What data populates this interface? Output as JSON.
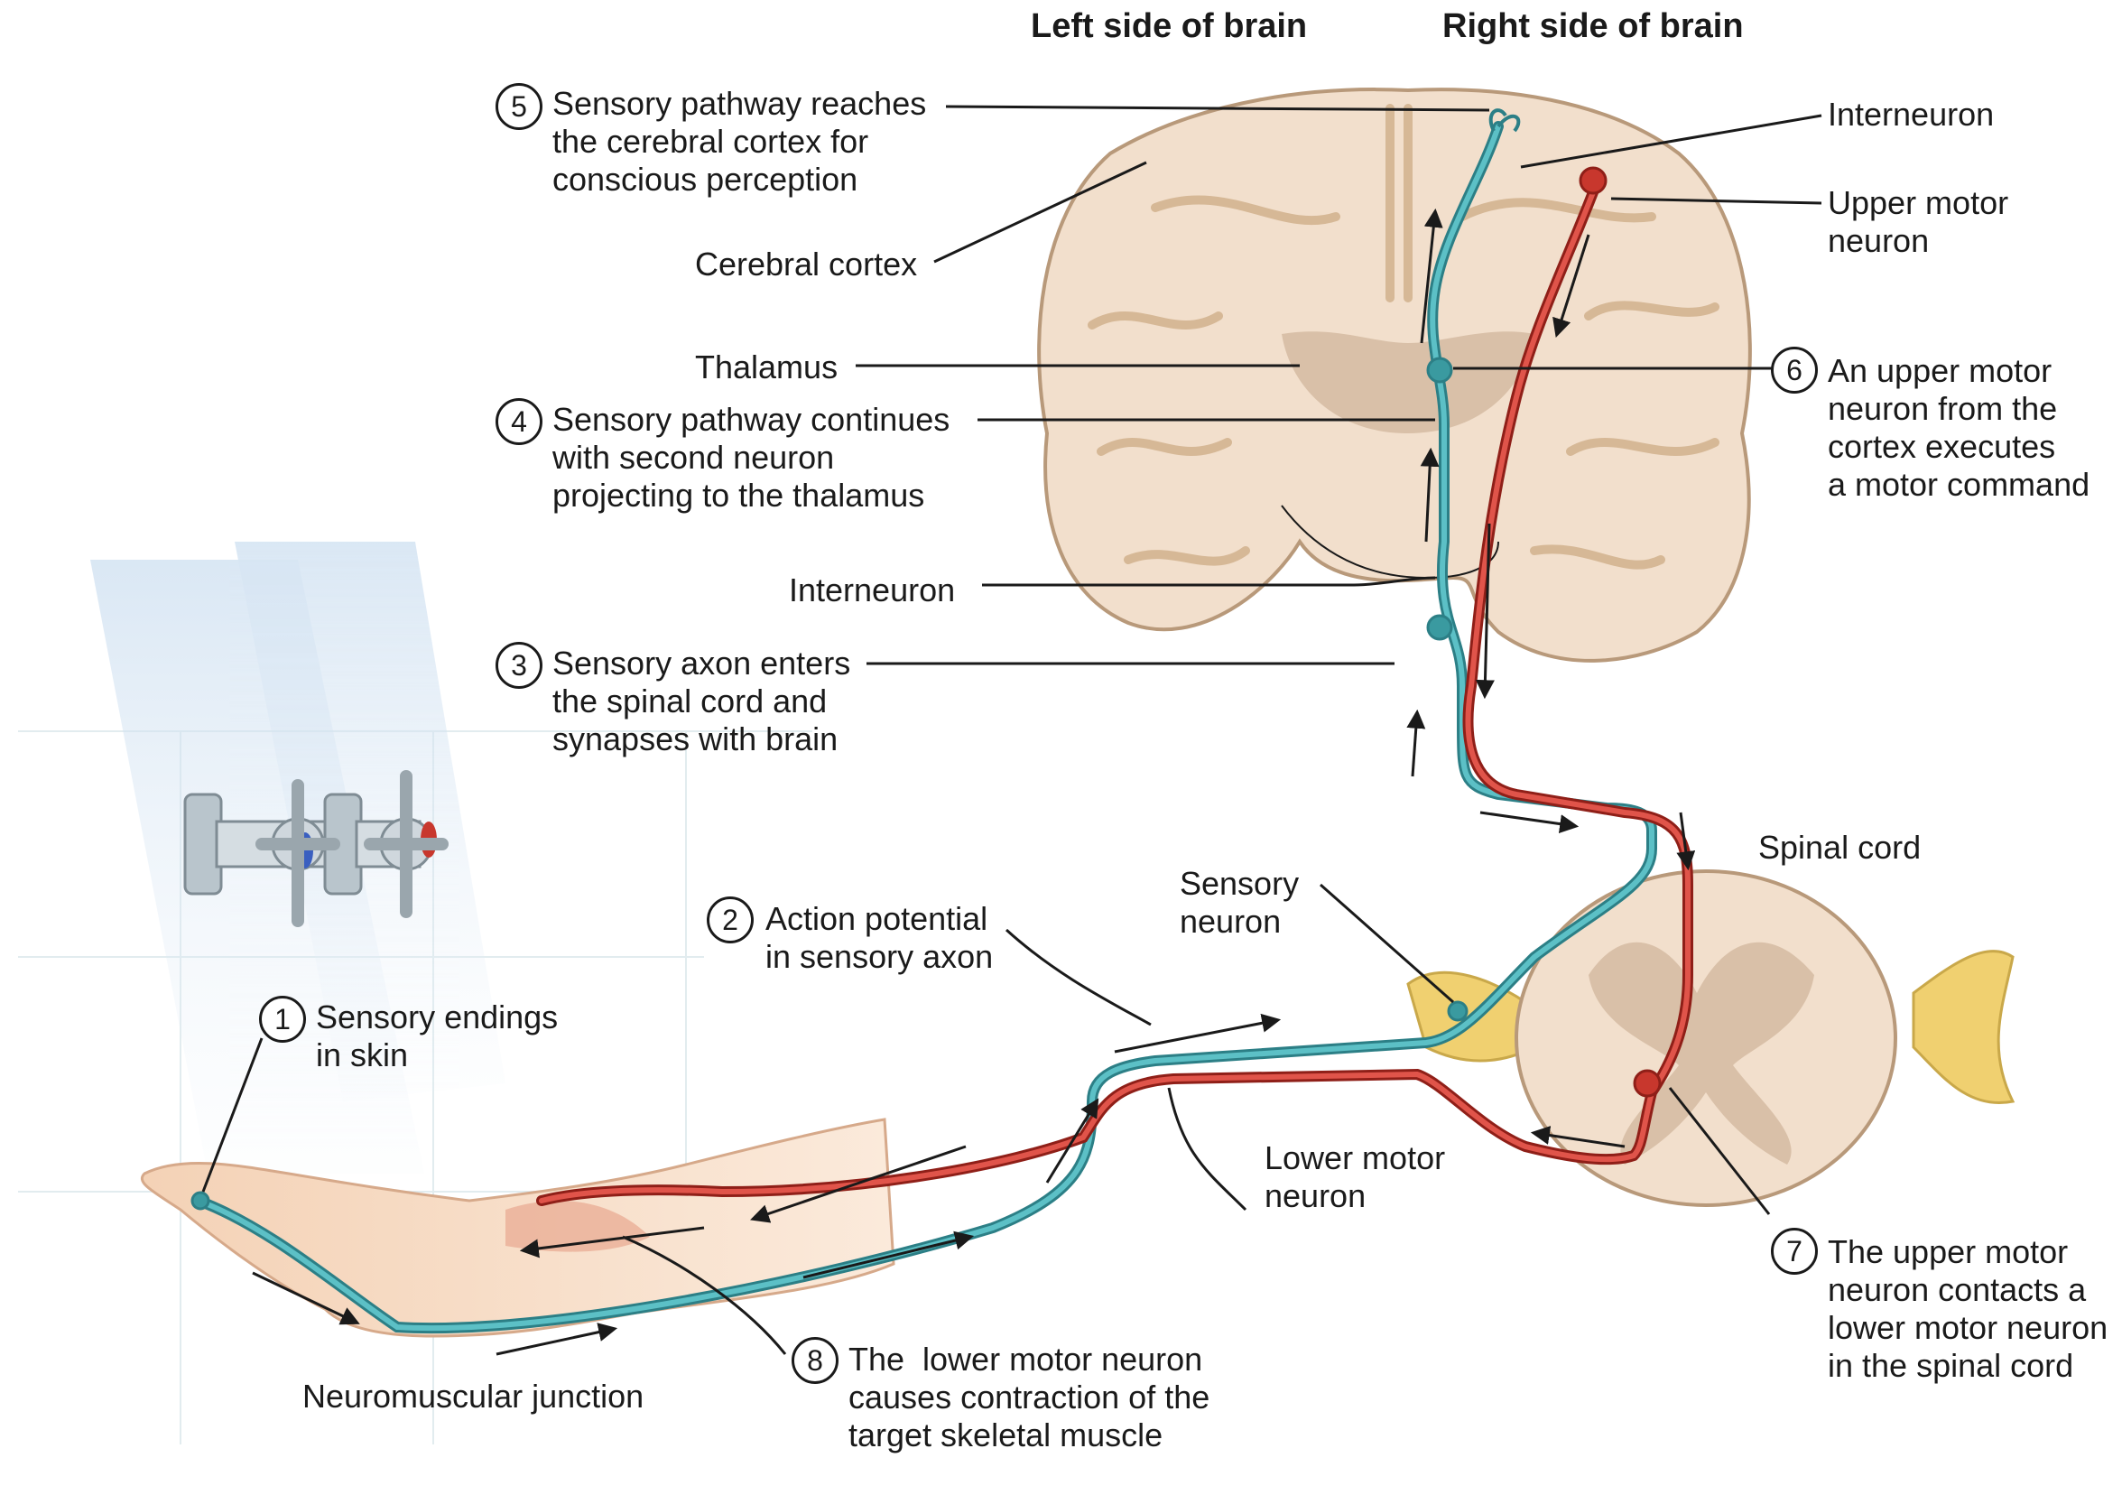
{
  "headers": {
    "left": "Left side of brain",
    "right": "Right side of brain"
  },
  "steps": [
    {
      "n": "5",
      "lines": [
        "Sensory pathway reaches",
        "the cerebral cortex for",
        "conscious perception"
      ]
    },
    {
      "n": "4",
      "lines": [
        "Sensory pathway continues",
        "with second neuron",
        "projecting to the thalamus"
      ]
    },
    {
      "n": "3",
      "lines": [
        "Sensory axon enters",
        "the spinal cord and",
        "synapses with brain"
      ]
    },
    {
      "n": "2",
      "lines": [
        "Action potential",
        "in sensory axon"
      ]
    },
    {
      "n": "1",
      "lines": [
        "Sensory endings",
        "in skin"
      ]
    },
    {
      "n": "8",
      "lines": [
        "The  lower motor neuron",
        "causes contraction of the",
        "target skeletal muscle"
      ]
    },
    {
      "n": "6",
      "lines": [
        "An upper motor",
        "neuron from the",
        "cortex executes",
        "a motor command"
      ]
    },
    {
      "n": "7",
      "lines": [
        "The upper motor",
        "neuron contacts a",
        "lower motor neuron",
        "in the spinal cord"
      ]
    }
  ],
  "labels": {
    "cerebral_cortex": "Cerebral cortex",
    "thalamus": "Thalamus",
    "interneuron_left": "Interneuron",
    "interneuron_right": "Interneuron",
    "upper_motor": [
      "Upper motor",
      "neuron"
    ],
    "spinal_cord": "Spinal cord",
    "sensory_neuron": [
      "Sensory",
      "neuron"
    ],
    "lower_motor": [
      "Lower motor",
      "neuron"
    ],
    "nmj": "Neuromuscular junction"
  },
  "colors": {
    "sensory": "#3a9aa0",
    "motor": "#c8372d",
    "brain": "#f2dfcc",
    "brain_dark": "#d9c0a8",
    "ganglion": "#f0d070"
  }
}
